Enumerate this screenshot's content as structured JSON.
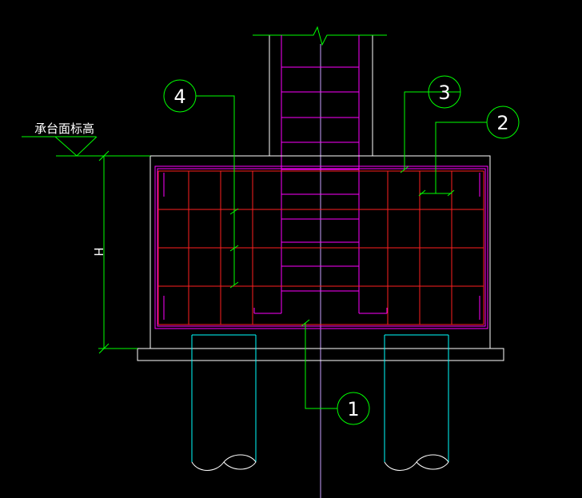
{
  "labels": {
    "elevation": "承台面标高",
    "height": "H",
    "callout_1": "1",
    "callout_2": "2",
    "callout_3": "3",
    "callout_4": "4"
  },
  "colors": {
    "background": "#000000",
    "outline": "#ffffff",
    "column_rebar": "#ff00ff",
    "mesh_rebar": "#ff2020",
    "leader": "#00ff00",
    "pile": "#00ffff",
    "center_line": "#c8a0ff",
    "text": "#ffffff"
  }
}
